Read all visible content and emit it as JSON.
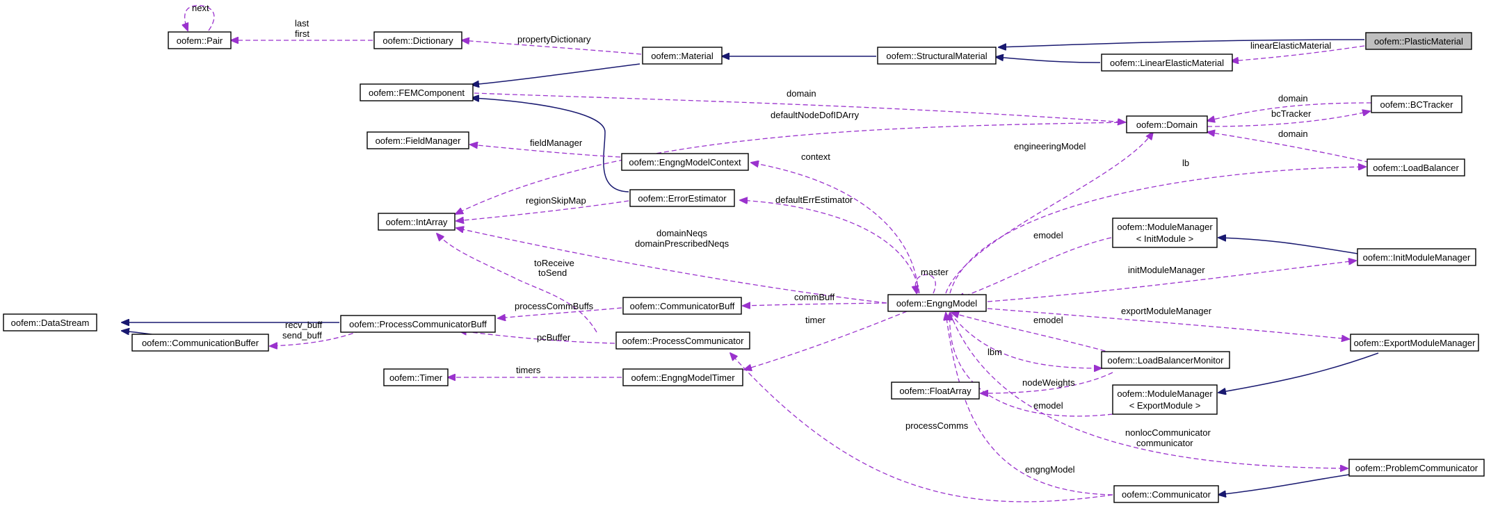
{
  "nodes": {
    "pair": "oofem::Pair",
    "dictionary": "oofem::Dictionary",
    "material": "oofem::Material",
    "structural_material": "oofem::StructuralMaterial",
    "plastic_material": "oofem::PlasticMaterial",
    "linear_elastic_material": "oofem::LinearElasticMaterial",
    "fem_component": "oofem::FEMComponent",
    "domain": "oofem::Domain",
    "bc_tracker": "oofem::BCTracker",
    "field_manager": "oofem::FieldManager",
    "engng_model_context": "oofem::EngngModelContext",
    "load_balancer": "oofem::LoadBalancer",
    "int_array": "oofem::IntArray",
    "error_estimator": "oofem::ErrorEstimator",
    "module_manager_init": [
      "oofem::ModuleManager",
      "< InitModule >"
    ],
    "init_module_manager": "oofem::InitModuleManager",
    "data_stream": "oofem::DataStream",
    "process_communicator_buff": "oofem::ProcessCommunicatorBuff",
    "communicator_buff": "oofem::CommunicatorBuff",
    "engng_model": "oofem::EngngModel",
    "communication_buffer": "oofem::CommunicationBuffer",
    "process_communicator": "oofem::ProcessCommunicator",
    "export_module_manager": "oofem::ExportModuleManager",
    "load_balancer_monitor": "oofem::LoadBalancerMonitor",
    "timer": "oofem::Timer",
    "engng_model_timer": "oofem::EngngModelTimer",
    "float_array": "oofem::FloatArray",
    "module_manager_export": [
      "oofem::ModuleManager",
      "< ExportModule >"
    ],
    "problem_communicator": "oofem::ProblemCommunicator",
    "communicator": "oofem::Communicator"
  },
  "edge_labels": {
    "next": "next",
    "last_first": [
      "last",
      "first"
    ],
    "property_dictionary": "propertyDictionary",
    "linear_elastic_material": "linearElasticMaterial",
    "domain_from_fem": "domain",
    "default_node_dof_id_arry": "defaultNodeDofIDArry",
    "domain_from_bc": "domain",
    "bc_tracker": "bcTracker",
    "domain_from_lb": "domain",
    "field_manager": "fieldManager",
    "context": "context",
    "engineering_model": "engineeringModel",
    "lb": "lb",
    "region_skip_map": "regionSkipMap",
    "default_err_estimator": "defaultErrEstimator",
    "emodel_init": "emodel",
    "domain_neqs": [
      "domainNeqs",
      "domainPrescribedNeqs"
    ],
    "to_receive_send": [
      "toReceive",
      "toSend"
    ],
    "master": "master",
    "init_module_manager": "initModuleManager",
    "process_comm_buffs": "processCommBuffs",
    "comm_buff": "commBuff",
    "export_module_manager": "exportModuleManager",
    "recv_send_buff": [
      "recv_buff",
      "send_buff"
    ],
    "pc_buffer": "pcBuffer",
    "timer": "timer",
    "emodel_lbm": "emodel",
    "lbm": "lbm",
    "timers": "timers",
    "node_weights": "nodeWeights",
    "emodel_export": "emodel",
    "process_comms": "processComms",
    "nonloc_communicator": [
      "nonlocCommunicator",
      "communicator"
    ],
    "engng_model": "engngModel"
  },
  "colors": {
    "inheritance_edge": "#191970",
    "usage_edge": "#9a32cd",
    "highlighted_node_fill": "#bfbfbf"
  }
}
